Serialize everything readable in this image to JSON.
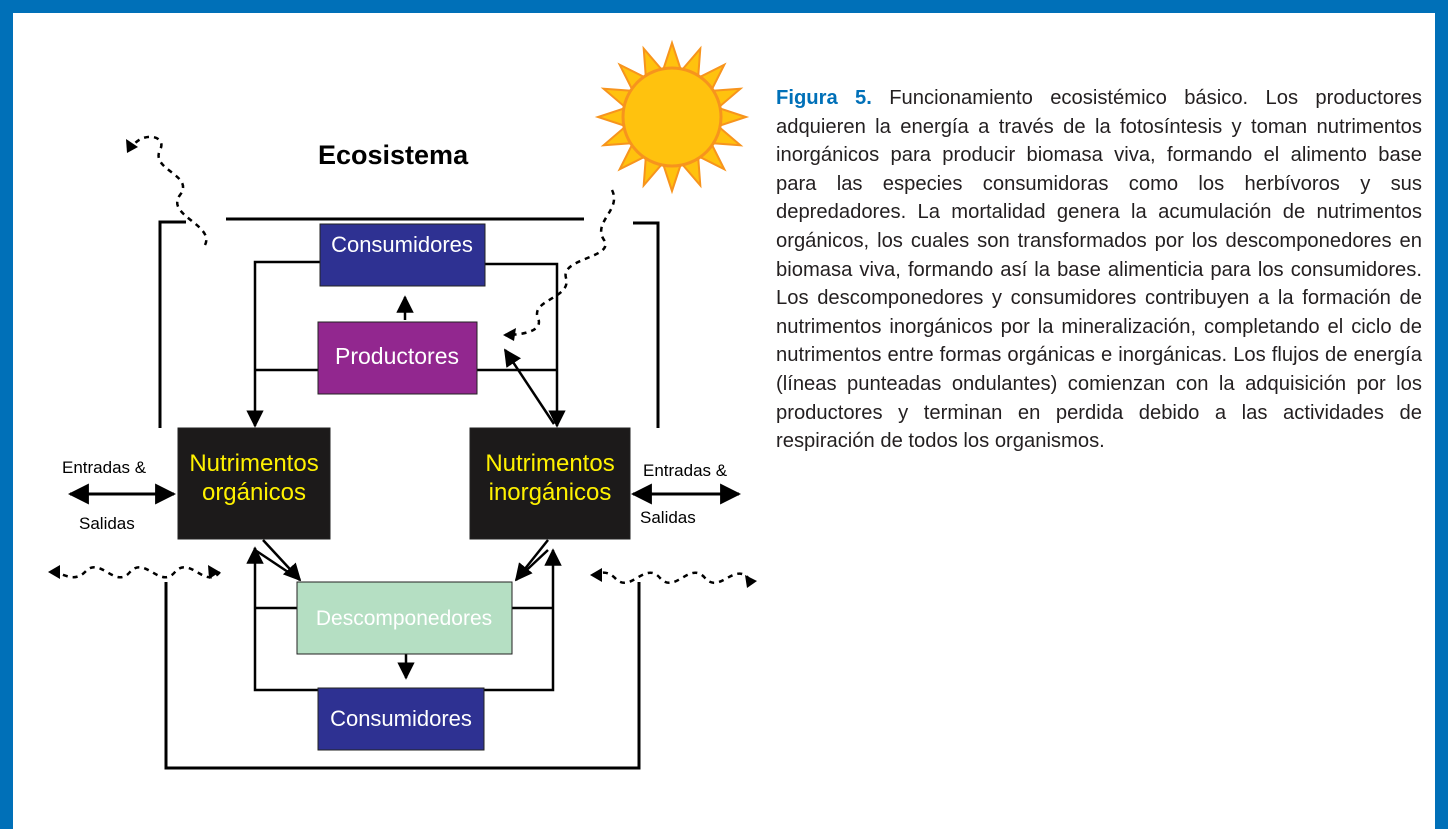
{
  "colors": {
    "frame_border": "#0070b8",
    "consumer_box": "#2e3192",
    "producer_box": "#92278f",
    "nutrient_box": "#1c1a1a",
    "decomposer_box": "#b5dfc3",
    "nutrient_text": "#fff200",
    "sun_fill": "#ffc20e",
    "sun_stroke": "#f7941d"
  },
  "diagram": {
    "title": "Ecosistema",
    "consumers_top": "Consumidores",
    "producers": "Productores",
    "organic_nutrients": {
      "line1": "Nutrimentos",
      "line2": "orgánicos"
    },
    "inorganic_nutrients": {
      "line1": "Nutrimentos",
      "line2": "inorgánicos"
    },
    "decomposers": "Descomponedores",
    "consumers_bottom": "Consumidores",
    "io_left": {
      "line1": "Entradas &",
      "line2": "Salidas"
    },
    "io_right": {
      "line1": "Entradas &",
      "line2": "Salidas"
    },
    "icons": {
      "sun": "sun-icon"
    }
  },
  "caption": {
    "label": "Figura 5.",
    "text": " Funcionamiento ecosistémico básico. Los productores adquieren la energía a través de la fotosíntesis y toman nutrimentos inorgánicos para producir biomasa viva, formando el alimento base para las especies consumidoras como los herbívoros y sus depredadores. La mortalidad genera la acumulación de nutrimentos orgánicos, los cuales son transformados por los descomponedores en biomasa viva, formando así la base alimenticia para los consumidores. Los descomponedores y consumidores contribuyen a la formación de nutrimentos inorgánicos por la mineralización, completando el ciclo de nutrimentos entre formas orgánicas e inorgánicas. Los flujos de energía (líneas punteadas ondulantes) comienzan con la adquisición por los productores y terminan en perdida debido a las actividades de respiración de todos los organismos."
  }
}
